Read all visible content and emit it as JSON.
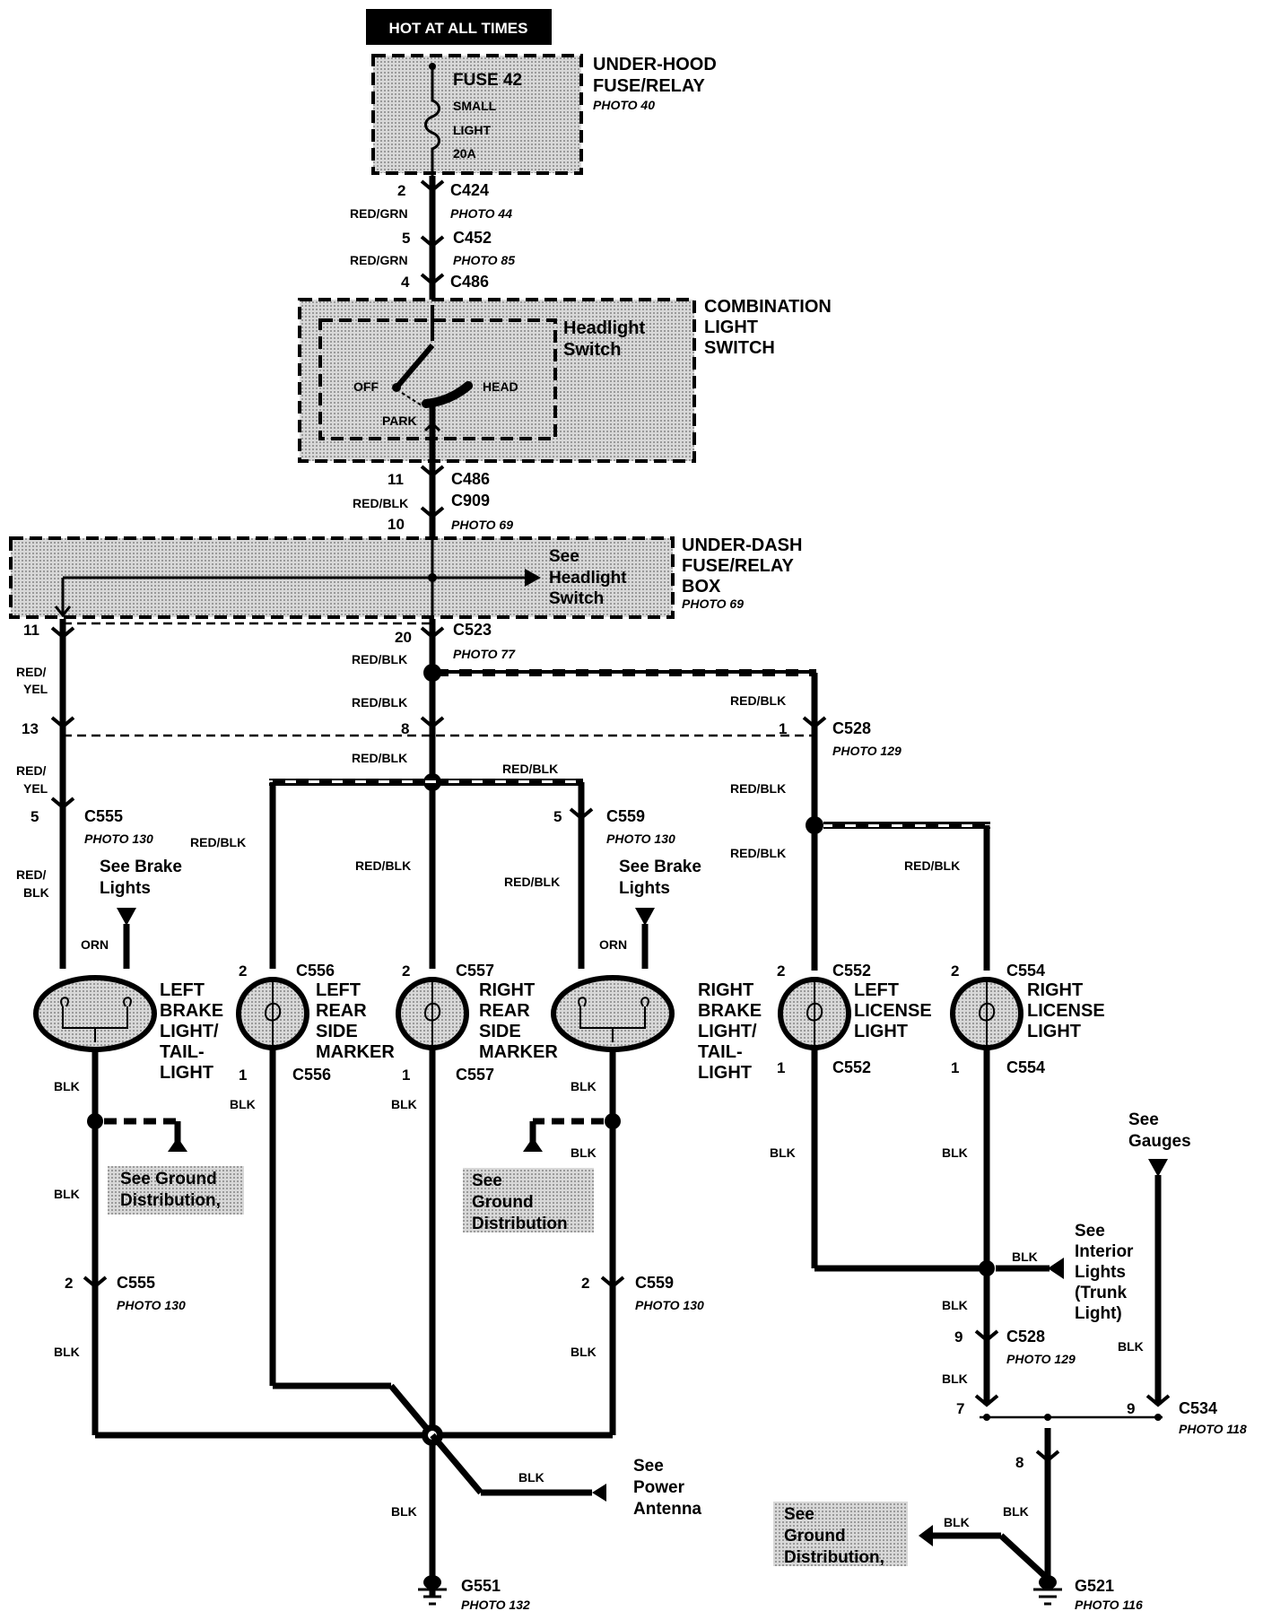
{
  "header": {
    "hot_at_all_times": "HOT AT ALL TIMES"
  },
  "underhood": {
    "title1": "UNDER-HOOD",
    "title2": "FUSE/RELAY",
    "photo": "PHOTO 40",
    "fuse": "FUSE 42",
    "fuse_l1": "SMALL",
    "fuse_l2": "LIGHT",
    "fuse_l3": "20A"
  },
  "conn_top": {
    "p2": "2",
    "c424": "C424",
    "w1": "RED/GRN",
    "photo44": "PHOTO 44",
    "p5": "5",
    "c452": "C452",
    "w2": "RED/GRN",
    "photo85": "PHOTO 85",
    "p4": "4",
    "c486": "C486"
  },
  "combo": {
    "title1": "COMBINATION",
    "title2": "LIGHT",
    "title3": "SWITCH",
    "headlight": "Headlight",
    "switch": "Switch",
    "off": "OFF",
    "head": "HEAD",
    "park": "PARK"
  },
  "conn_mid": {
    "p11": "11",
    "c486": "C486",
    "w": "RED/BLK",
    "c909": "C909",
    "p10": "10",
    "photo69": "PHOTO 69"
  },
  "underdash": {
    "title1": "UNDER-DASH",
    "title2": "FUSE/RELAY",
    "title3": "BOX",
    "photo": "PHOTO 69",
    "see1": "See",
    "see2": "Headlight",
    "see3": "Switch"
  },
  "c523": {
    "p11": "11",
    "p20": "20",
    "name": "C523",
    "photo": "PHOTO 77"
  },
  "wires": {
    "red_yel_1": "RED/",
    "red_yel_2": "YEL",
    "red_blk": "RED/BLK",
    "red_blk_1": "RED/",
    "red_blk_2": "BLK",
    "orn": "ORN",
    "blk": "BLK"
  },
  "c528": {
    "p13": "13",
    "p8": "8",
    "p1": "1",
    "name": "C528",
    "photo": "PHOTO 129"
  },
  "c555": {
    "p5": "5",
    "name": "C555",
    "photo": "PHOTO 130",
    "p2": "2"
  },
  "c559": {
    "p5": "5",
    "name": "C559",
    "photo": "PHOTO 130",
    "p2": "2"
  },
  "brake_left": {
    "see": "See Brake",
    "lights": "Lights"
  },
  "brake_right": {
    "see": "See Brake",
    "lights": "Lights"
  },
  "lamps": {
    "left_brake": [
      "LEFT",
      "BRAKE",
      "LIGHT/",
      "TAIL-",
      "LIGHT"
    ],
    "left_side": [
      "LEFT",
      "REAR",
      "SIDE",
      "MARKER"
    ],
    "right_side": [
      "RIGHT",
      "REAR",
      "SIDE",
      "MARKER"
    ],
    "right_brake": [
      "RIGHT",
      "BRAKE",
      "LIGHT/",
      "TAIL-",
      "LIGHT"
    ],
    "left_license": [
      "LEFT",
      "LICENSE",
      "LIGHT"
    ],
    "right_license": [
      "RIGHT",
      "LICENSE",
      "LIGHT"
    ]
  },
  "conn_lamps": {
    "c556": "C556",
    "c557": "C557",
    "c552": "C552",
    "c554": "C554",
    "p2": "2",
    "p1": "1"
  },
  "ground_dist": {
    "see": "See Ground",
    "dist": "Distribution,",
    "see2": "See",
    "ground": "Ground",
    "dist2": "Distribution"
  },
  "gauges": {
    "see": "See",
    "name": "Gauges"
  },
  "interior": {
    "l1": "See",
    "l2": "Interior",
    "l3": "Lights",
    "l4": "(Trunk",
    "l5": "Light)"
  },
  "c528b": {
    "p9": "9",
    "name": "C528",
    "photo": "PHOTO 129"
  },
  "c534": {
    "p7": "7",
    "p9": "9",
    "name": "C534",
    "photo": "PHOTO 118",
    "p8": "8"
  },
  "antenna": {
    "l1": "See",
    "l2": "Power",
    "l3": "Antenna"
  },
  "g551": {
    "name": "G551",
    "photo": "PHOTO 132"
  },
  "g521": {
    "name": "G521",
    "photo": "PHOTO 116"
  },
  "ground_dist2": {
    "l1": "See",
    "l2": "Ground",
    "l3": "Distribution,"
  }
}
